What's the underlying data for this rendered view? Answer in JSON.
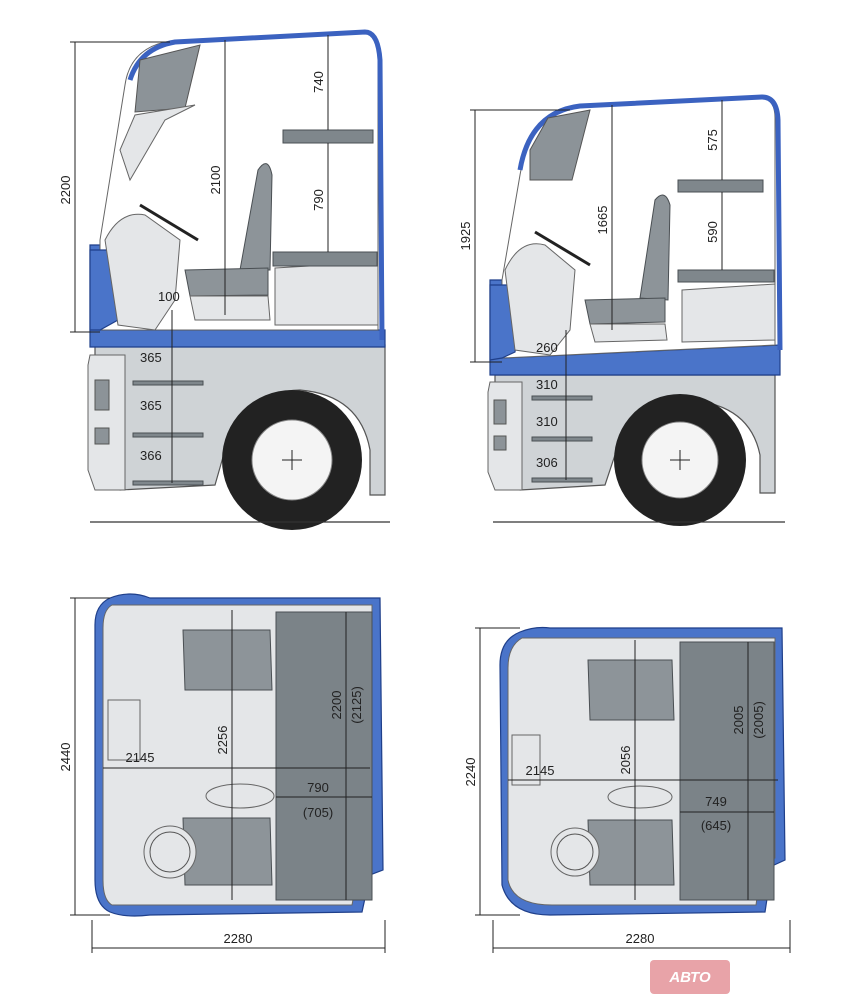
{
  "side_large": {
    "height_total": "2200",
    "interior_height": "2100",
    "upper_bunk_gap": "740",
    "lower_bunk_gap": "790",
    "floor_step": "100",
    "step_1": "365",
    "step_2": "365",
    "step_3": "366"
  },
  "side_small": {
    "height_total": "1925",
    "interior_height": "1665",
    "upper_bunk_gap": "575",
    "lower_bunk_gap": "590",
    "floor_step": "260",
    "step_1": "310",
    "step_2": "310",
    "step_3": "306"
  },
  "top_large": {
    "width_total": "2440",
    "length_total": "2280",
    "interior_width": "2256",
    "floor_length": "2145",
    "bunk_length": "2200",
    "bunk_length_alt": "(2125)",
    "bunk_width": "790",
    "bunk_width_alt": "(705)"
  },
  "top_small": {
    "width_total": "2240",
    "length_total": "2280",
    "interior_width": "2056",
    "floor_length": "2145",
    "bunk_length": "2005",
    "bunk_length_alt": "(2005)",
    "bunk_width": "749",
    "bunk_width_alt": "(645)"
  },
  "logo": {
    "text": "АВТО"
  },
  "colors": {
    "cab_blue": "#4a74c9",
    "body_gray": "#cfd3d6",
    "seat_gray": "#8d9499"
  }
}
